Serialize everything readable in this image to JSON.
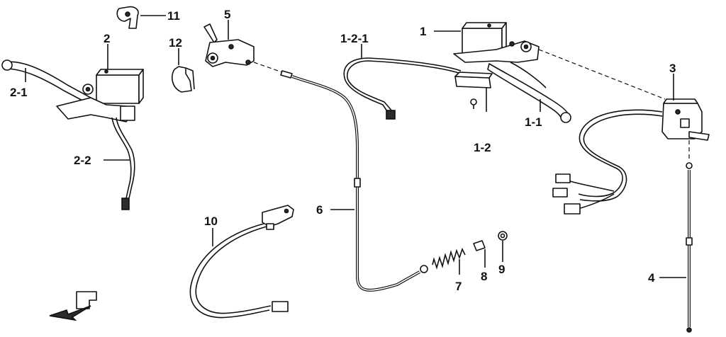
{
  "callouts": {
    "c_1": "1",
    "c_1_1": "1-1",
    "c_1_2": "1-2",
    "c_1_2_1": "1-2-1",
    "c_2": "2",
    "c_2_1": "2-1",
    "c_2_2": "2-2",
    "c_3": "3",
    "c_4": "4",
    "c_5": "5",
    "c_6": "6",
    "c_7": "7",
    "c_8": "8",
    "c_9": "9",
    "c_10": "10",
    "c_11": "11",
    "c_12": "12"
  },
  "icons": {
    "front_arrow": "front-direction-arrow-icon"
  }
}
